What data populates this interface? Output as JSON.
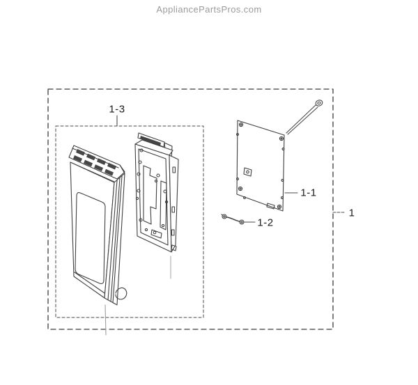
{
  "watermark": {
    "text": "AppliancePartsPros.com",
    "color": "#9b9b9b"
  },
  "diagram": {
    "background": "#ffffff",
    "line_color": "#3f3f3f",
    "callouts": {
      "group": "1",
      "cover_panel": "1-1",
      "wire_harness": "1-2",
      "panel_assembly": "1-3"
    }
  }
}
